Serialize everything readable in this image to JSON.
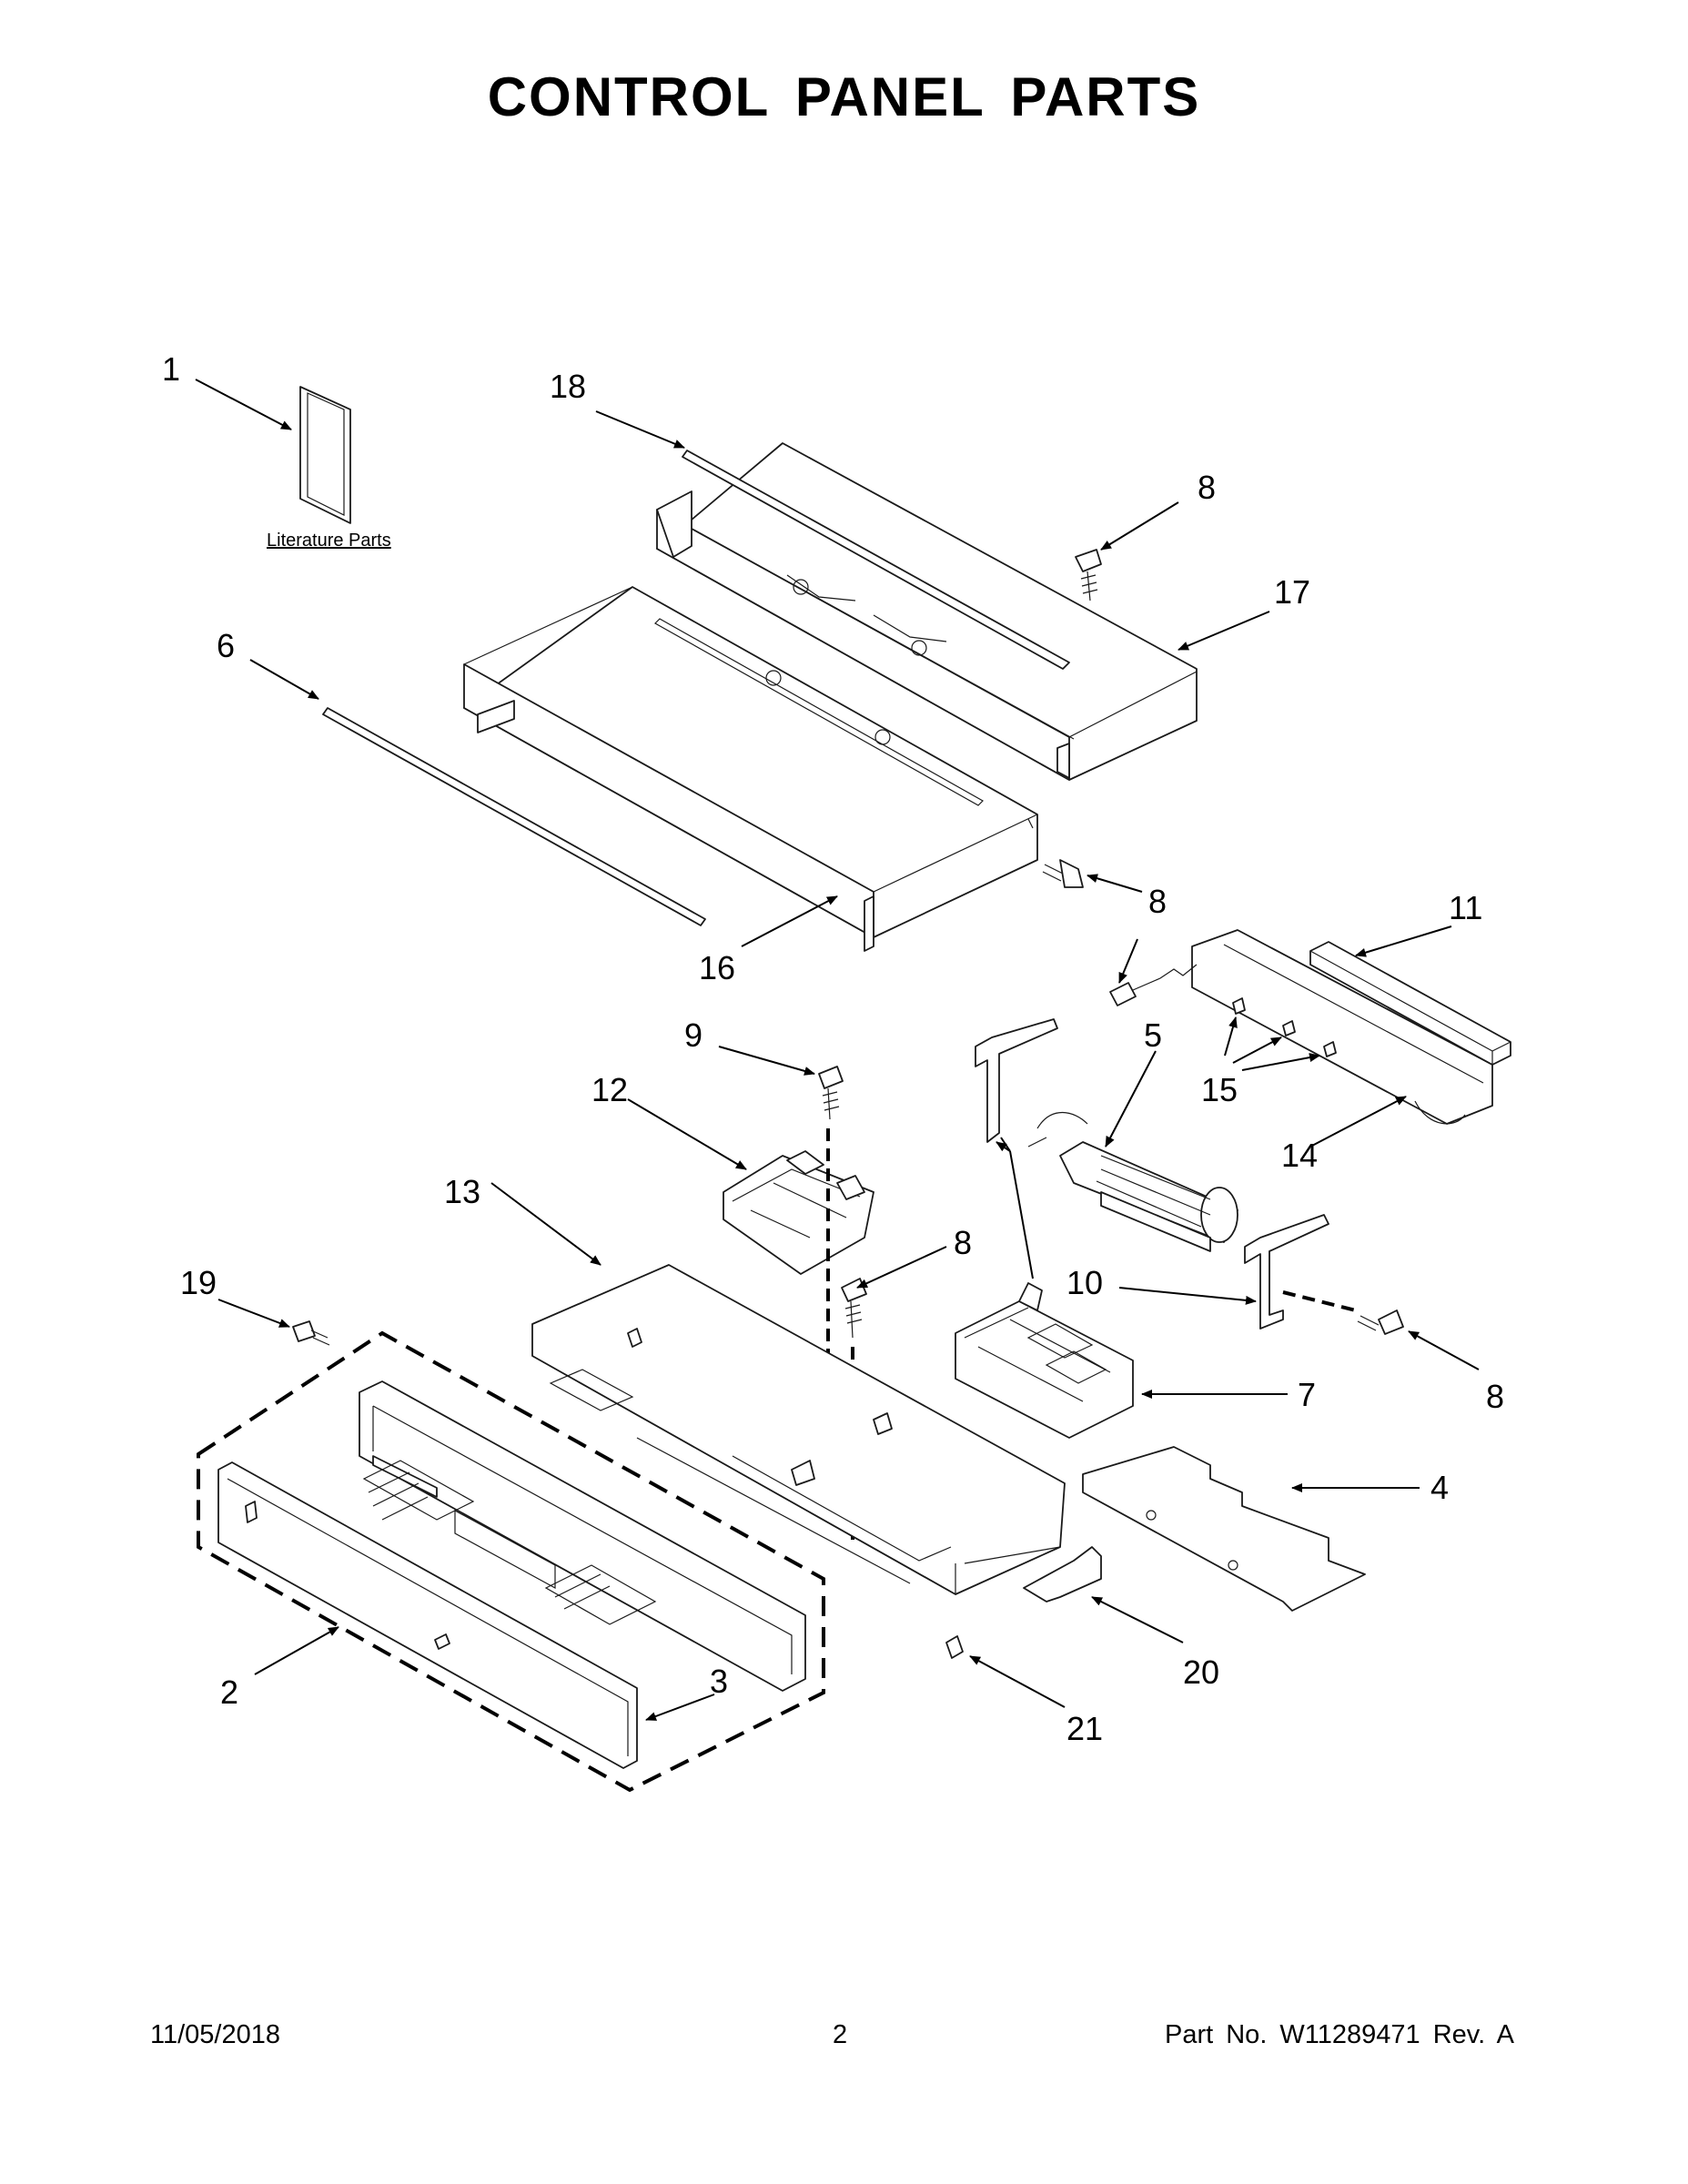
{
  "page": {
    "title": "CONTROL PANEL PARTS",
    "footer": {
      "date": "11/05/2018",
      "page_number": "2",
      "part_number": "Part No.  W11289471  Rev.  A"
    }
  },
  "diagram": {
    "literature_label": "Literature Parts",
    "callouts": [
      "1",
      "18",
      "8",
      "17",
      "6",
      "8",
      "16",
      "8",
      "11",
      "9",
      "5",
      "12",
      "15",
      "14",
      "13",
      "8",
      "10",
      "19",
      "8",
      "7",
      "4",
      "20",
      "2",
      "3",
      "21"
    ]
  }
}
